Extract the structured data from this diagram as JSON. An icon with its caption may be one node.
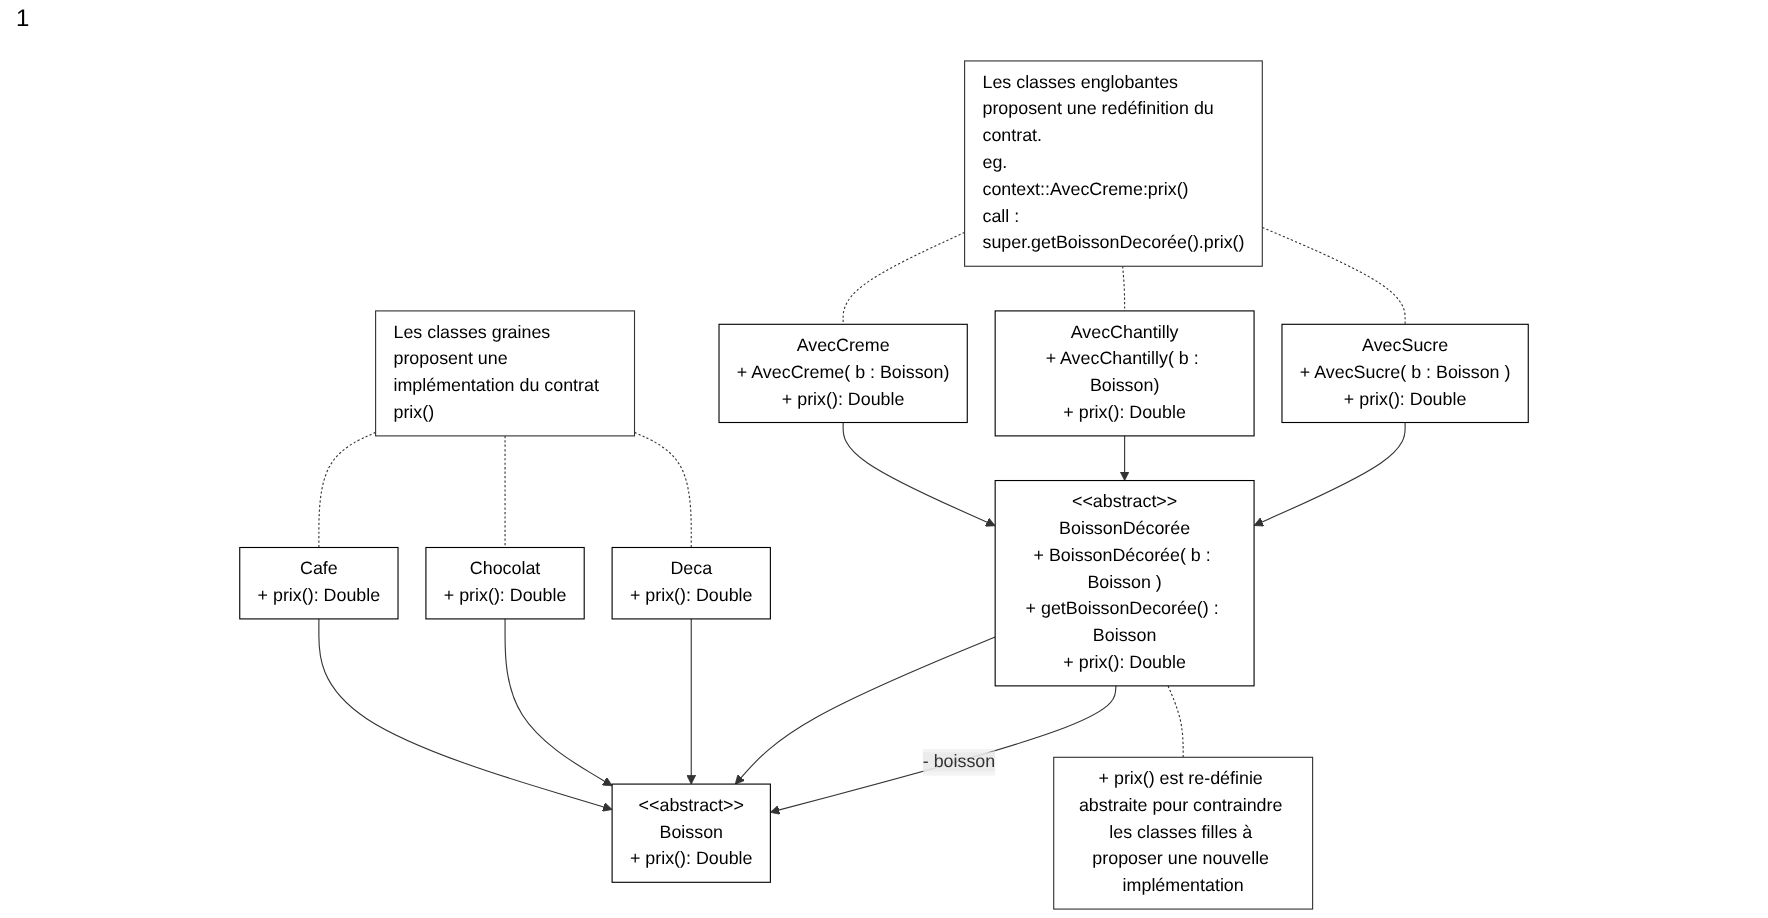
{
  "diagram": {
    "nodes": [
      {
        "text": [
          "Les classes graines proposent une implémentation du contrat prix()"
        ]
      },
      {
        "text": [
          "<<abstract>>",
          "Boisson",
          "+ prix(): Double"
        ]
      },
      {
        "text": [
          "<<abstract>>",
          "BoissonDécorée",
          "+ BoissonDécorée( b : Boisson )",
          "+ getBoissonDecorée() : Boisson",
          "+ prix(): Double"
        ]
      },
      {
        "text": [
          "Cafe",
          "+ prix(): Double"
        ]
      },
      {
        "text": [
          "Chocolat",
          "+ prix(): Double"
        ]
      },
      {
        "text": [
          "Deca",
          "+ prix(): Double"
        ]
      },
      {
        "text": [
          "+ prix() est re-définie abstraite pour contraindre les classes filles à proposer une nouvelle implémentation"
        ]
      },
      {
        "text": [
          "AvecCreme",
          "+ AvecCreme( b : Boisson)",
          "+ prix(): Double"
        ]
      },
      {
        "text": [
          "AvecChantilly",
          "+ AvecChantilly( b : Boisson)",
          "+ prix(): Double"
        ]
      },
      {
        "text": [
          "AvecSucre",
          "+ AvecSucre( b : Boisson )",
          "+ prix(): Double"
        ]
      },
      {
        "text": [
          "Les classes englobantes proposent une redéfinition du contrat.",
          "eg.",
          "context::AvecCreme:prix()",
          "call : super.getBoissonDecorée().prix()"
        ]
      }
    ],
    "edges": [
      {
        "from": 3,
        "to": 1,
        "arrow": "to"
      },
      {
        "from": 4,
        "to": 1,
        "arrow": "to"
      },
      {
        "from": 5,
        "to": 1,
        "arrow": "to"
      },
      {
        "from": 2,
        "to": 1,
        "arrow": "to"
      },
      {
        "from": 2,
        "to": 1,
        "arrow": "to",
        "label": "- boisson"
      },
      {
        "from": 7,
        "to": 2,
        "arrow": "to"
      },
      {
        "from": 8,
        "to": 2,
        "arrow": "to"
      },
      {
        "from": 9,
        "to": 2,
        "arrow": "to"
      },
      {
        "from": 0,
        "to": 3,
        "arrow": "none",
        "style": "dashed"
      },
      {
        "from": 0,
        "to": 4,
        "arrow": "none",
        "style": "dashed"
      },
      {
        "from": 0,
        "to": 5,
        "arrow": "none",
        "style": "dashed"
      },
      {
        "from": 2,
        "to": 6,
        "arrow": "none",
        "style": "dashed"
      },
      {
        "from": 10,
        "to": 7,
        "arrow": "none",
        "style": "dashed"
      },
      {
        "from": 10,
        "to": 8,
        "arrow": "none",
        "style": "dashed"
      },
      {
        "from": 10,
        "to": 9,
        "arrow": "none",
        "style": "dashed"
      }
    ],
    "labels": [
      "1"
    ]
  }
}
